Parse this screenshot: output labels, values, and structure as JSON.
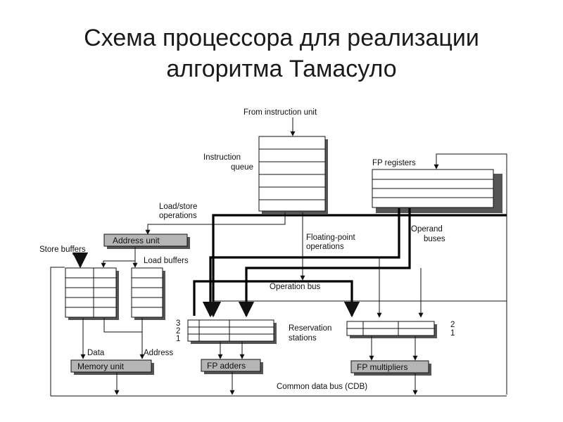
{
  "title": {
    "line1": "Схема процессора для реализации",
    "line2": "алгоритма Тамасуло"
  },
  "diagram": {
    "from_instruction_unit": "From instruction unit",
    "instruction_queue": [
      "Instruction",
      "queue"
    ],
    "fp_registers": "FP registers",
    "load_store_operations": [
      "Load/store",
      "operations"
    ],
    "address_unit": "Address unit",
    "store_buffers": "Store buffers",
    "load_buffers": "Load buffers",
    "floating_point_operations": [
      "Floating-point",
      "operations"
    ],
    "operand_buses": [
      "Operand",
      "buses"
    ],
    "operation_bus": "Operation bus",
    "reservation_stations": [
      "Reservation",
      "stations"
    ],
    "adders_station_numbers": [
      "3",
      "2",
      "1"
    ],
    "multipliers_station_numbers": [
      "2",
      "1"
    ],
    "data": "Data",
    "address": "Address",
    "memory_unit": "Memory unit",
    "fp_adders": "FP adders",
    "fp_multipliers": "FP multipliers",
    "cdb": "Common data bus (CDB)"
  }
}
